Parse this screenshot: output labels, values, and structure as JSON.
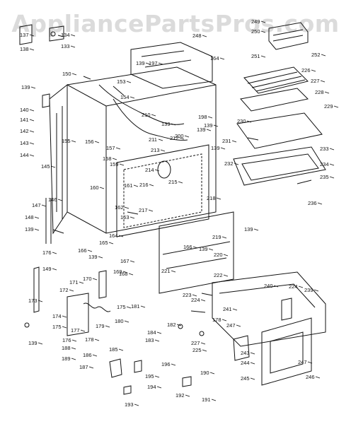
{
  "watermark": "AppliancePartsPros.com",
  "labels": [
    "137",
    "138",
    "134",
    "133",
    "139",
    "140",
    "141",
    "142",
    "143",
    "144",
    "145",
    "146",
    "147",
    "148",
    "139",
    "149",
    "150",
    "153",
    "154",
    "155",
    "156",
    "157",
    "158",
    "159",
    "160",
    "161",
    "162",
    "163",
    "164",
    "165",
    "166",
    "139",
    "167",
    "168",
    "169",
    "170",
    "171",
    "172",
    "173",
    "174",
    "175",
    "175",
    "176",
    "177",
    "178",
    "179",
    "180",
    "181",
    "182",
    "183",
    "184",
    "185",
    "186",
    "187",
    "188",
    "189",
    "139",
    "190",
    "191",
    "192",
    "193",
    "194",
    "195",
    "196",
    "197",
    "139",
    "164",
    "198",
    "139",
    "200",
    "210",
    "211",
    "212",
    "213",
    "214",
    "215",
    "216",
    "217",
    "218",
    "219",
    "220",
    "221",
    "222",
    "223",
    "224",
    "224",
    "225",
    "226",
    "227",
    "228",
    "229",
    "230",
    "231",
    "232",
    "233",
    "234",
    "235",
    "236",
    "139",
    "239",
    "240",
    "241",
    "243",
    "244",
    "245",
    "246",
    "247",
    "247",
    "248",
    "249",
    "250",
    "251",
    "252",
    "139",
    "139",
    "139",
    "139",
    "166",
    "176",
    "178",
    "227"
  ],
  "colors": {
    "ink": "#111111",
    "paper": "#ffffff",
    "watermark": "#c0c0c0"
  }
}
